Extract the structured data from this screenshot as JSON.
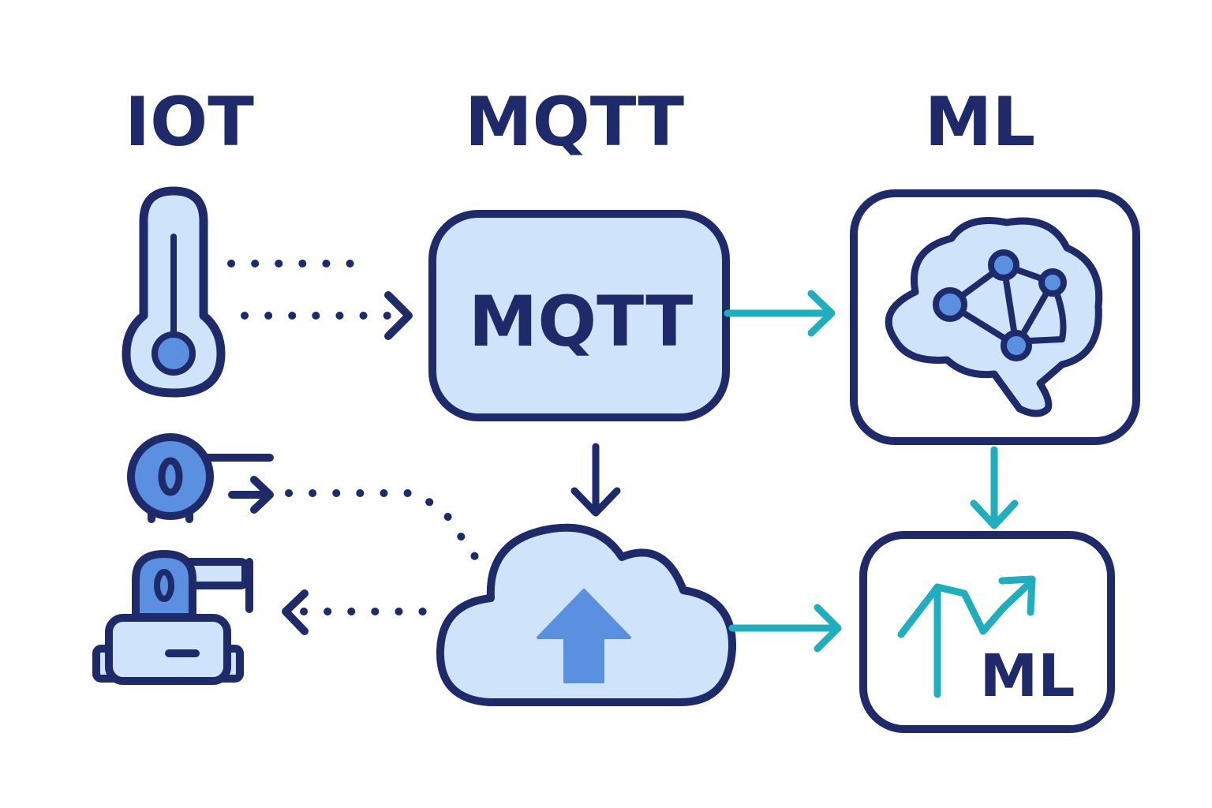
{
  "headings": {
    "iot": "IOT",
    "mqtt": "MQTT",
    "ml": "ML"
  },
  "nodes": {
    "mqtt_broker_label": "MQTT",
    "ml_analytics_label": "ML"
  },
  "icons": {
    "thermometer": "thermometer-icon",
    "sensor": "sensor-device-icon",
    "robot_arm": "robot-arm-icon",
    "cloud": "cloud-upload-icon",
    "brain": "brain-network-icon",
    "chart": "trend-chart-icon"
  },
  "colors": {
    "outline": "#1f2a6b",
    "fill_light": "#cfe4fb",
    "fill_mid": "#5b8fe0",
    "accent": "#1faebd"
  }
}
